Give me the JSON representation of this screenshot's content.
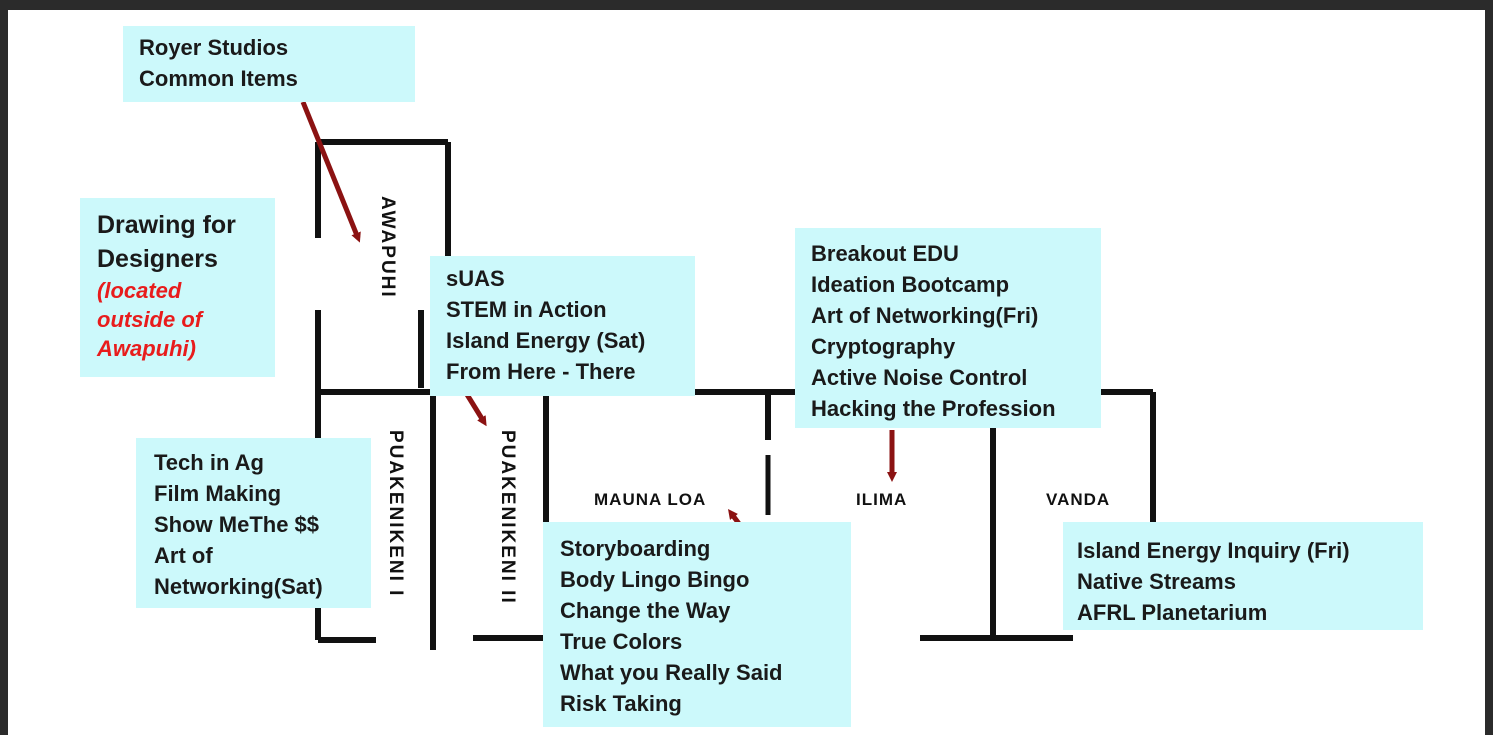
{
  "rooms": {
    "awapuhi": "AWAPUHI",
    "puakenikeni_1": "PUAKENIKENI I",
    "puakenikeni_2": "PUAKENIKENI II",
    "mauna_loa": "MAUNA LOA",
    "ilima": "ILIMA",
    "vanda": "VANDA"
  },
  "boxes": {
    "royer": [
      "Royer Studios",
      "Common Items"
    ],
    "drawing": {
      "lines": [
        "Drawing for",
        "Designers"
      ],
      "note": [
        "(located",
        "outside of",
        "Awapuhi)"
      ]
    },
    "suas": [
      "sUAS",
      "STEM in Action",
      "Island Energy (Sat)",
      "From Here - There"
    ],
    "breakout": [
      "Breakout EDU",
      "Ideation Bootcamp",
      "Art of Networking(Fri)",
      "Cryptography",
      "Active Noise Control",
      "Hacking the Profession"
    ],
    "techag": [
      "Tech in Ag",
      "Film Making",
      "Show MeThe $$",
      "Art of",
      "Networking(Sat)"
    ],
    "story": [
      "Storyboarding",
      "Body Lingo Bingo",
      "Change the Way",
      "True Colors",
      "What you Really Said",
      "Risk Taking"
    ],
    "island": [
      "Island Energy Inquiry (Fri)",
      "Native Streams",
      "AFRL Planetarium"
    ]
  },
  "colors": {
    "box_fill": "#ccf9fb",
    "arrow": "#8b1212",
    "note_red": "#e81c1c",
    "wall": "#111111"
  }
}
